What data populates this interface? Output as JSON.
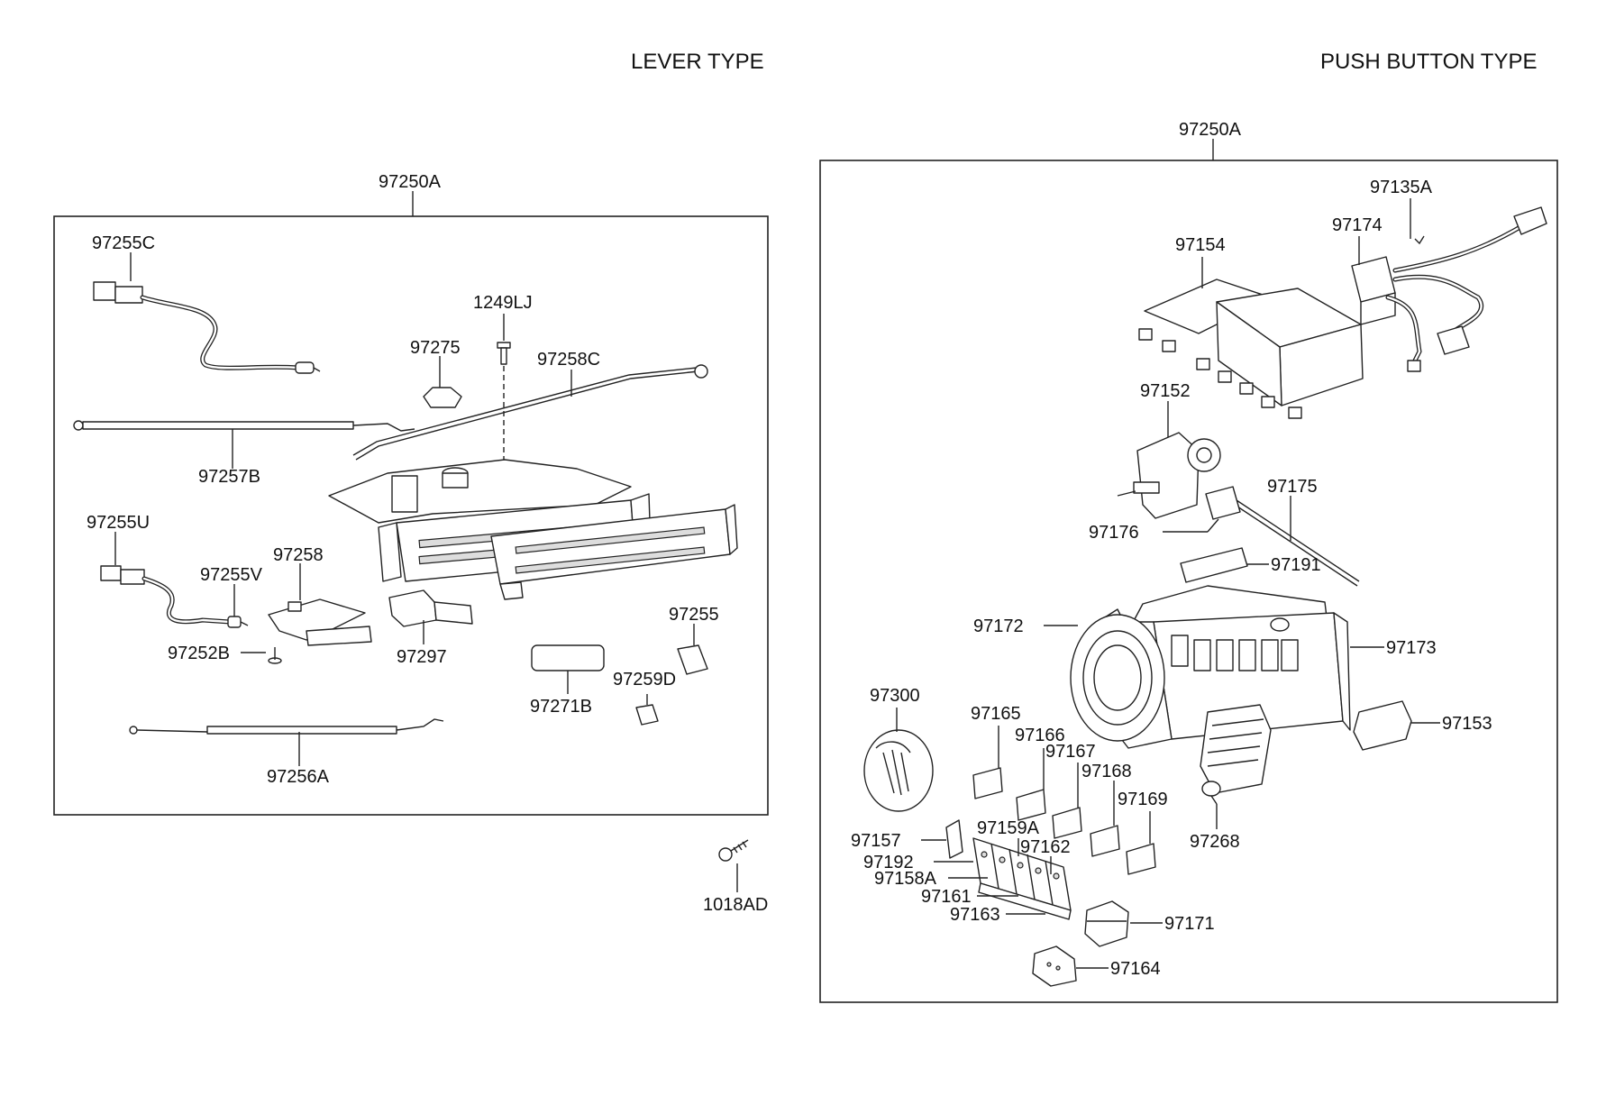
{
  "titles": {
    "lever": "LEVER TYPE",
    "push": "PUSH BUTTON TYPE"
  },
  "lever": {
    "assembly": "97250A",
    "parts": {
      "p97255C": "97255C",
      "p1249LJ": "1249LJ",
      "p97275": "97275",
      "p97258C": "97258C",
      "p97257B": "97257B",
      "p97255U": "97255U",
      "p97255V": "97255V",
      "p97258": "97258",
      "p97252B": "97252B",
      "p97297": "97297",
      "p97255": "97255",
      "p97259D": "97259D",
      "p97271B": "97271B",
      "p97256A": "97256A"
    }
  },
  "screw": "1018AD",
  "push": {
    "assembly": "97250A",
    "parts": {
      "p97135A": "97135A",
      "p97174": "97174",
      "p97154": "97154",
      "p97152": "97152",
      "p97175": "97175",
      "p97176": "97176",
      "p97191": "97191",
      "p97172": "97172",
      "p97173": "97173",
      "p97300": "97300",
      "p97165": "97165",
      "p97166": "97166",
      "p97167": "97167",
      "p97168": "97168",
      "p97169": "97169",
      "p97153": "97153",
      "p97157": "97157",
      "p97159A": "97159A",
      "p97162": "97162",
      "p97192": "97192",
      "p97158A": "97158A",
      "p97161": "97161",
      "p97163": "97163",
      "p97268": "97268",
      "p97171": "97171",
      "p97164": "97164"
    }
  }
}
